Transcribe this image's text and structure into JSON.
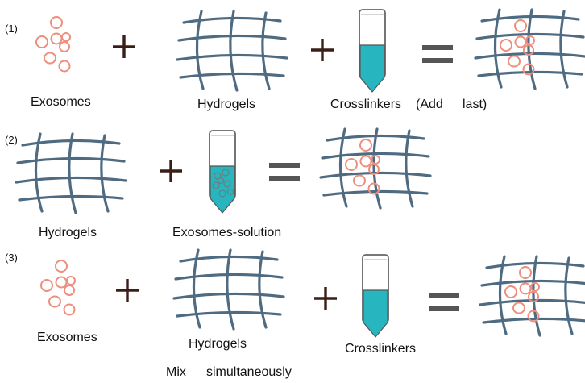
{
  "rows": [
    {
      "number": "(1)",
      "labels": {
        "exosomes": "Exosomes",
        "hydrogels": "Hydrogels",
        "crosslinkers": "Crosslinkers",
        "add": "(Add",
        "last": "last)"
      }
    },
    {
      "number": "(2)",
      "labels": {
        "hydrogels": "Hydrogels",
        "solution": "Exosomes-solution"
      }
    },
    {
      "number": "(3)",
      "labels": {
        "exosomes": "Exosomes",
        "hydrogels": "Hydrogels",
        "crosslinkers": "Crosslinkers",
        "mix": "Mix",
        "simultaneously": "simultaneously"
      }
    }
  ],
  "colors": {
    "hydrogel": "#4f6b82",
    "exosome": "#ee8e7c",
    "liquid": "#27b6bf",
    "operator": "#3a1f16",
    "equals": "#555555"
  }
}
